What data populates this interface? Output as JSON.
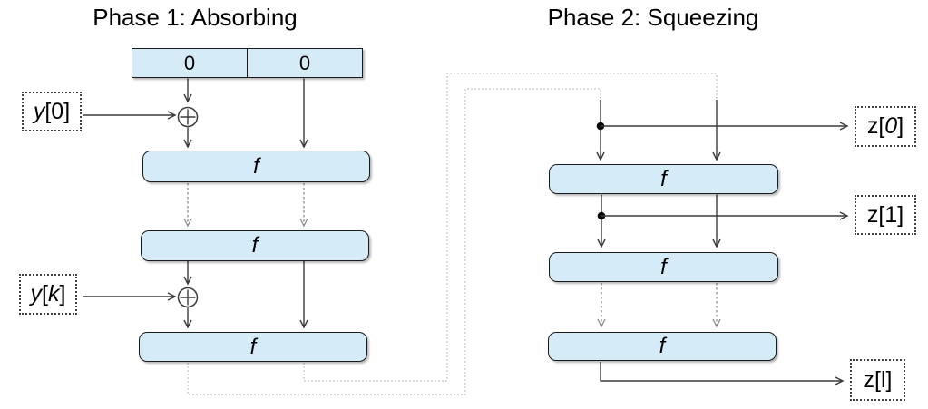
{
  "diagram": "sponge-construction",
  "phase1": {
    "title": "Phase 1: Absorbing",
    "state_cells": [
      "0",
      "0"
    ],
    "f_boxes": [
      "f",
      "f",
      "f"
    ],
    "inputs": {
      "y0": {
        "var": "y",
        "rest": "[0]"
      },
      "yk": {
        "var": "y",
        "open": "[",
        "index": "k",
        "close": "]"
      }
    }
  },
  "phase2": {
    "title": "Phase 2: Squeezing",
    "f_boxes": [
      "f",
      "f",
      "f"
    ],
    "outputs": {
      "z0": {
        "var": "z",
        "open": "[",
        "index": "0",
        "close": "]"
      },
      "z1": {
        "var": "z",
        "rest": "[1]"
      },
      "zl": {
        "var": "z",
        "rest": "[l]"
      }
    }
  },
  "icons": {
    "xor1": "circled-plus-xor",
    "xor2": "circled-plus-xor",
    "branch_dots": "filled-branch-point"
  },
  "colors": {
    "background": "#ffffff",
    "box_fill": "#d5ecf8",
    "box_border": "#1a1a1a",
    "line": "#3b3b3b",
    "dashed_gray": "#8c8c8c",
    "routing_gray": "#c6c6c6",
    "label_border": "#404040",
    "text": "#000000"
  }
}
